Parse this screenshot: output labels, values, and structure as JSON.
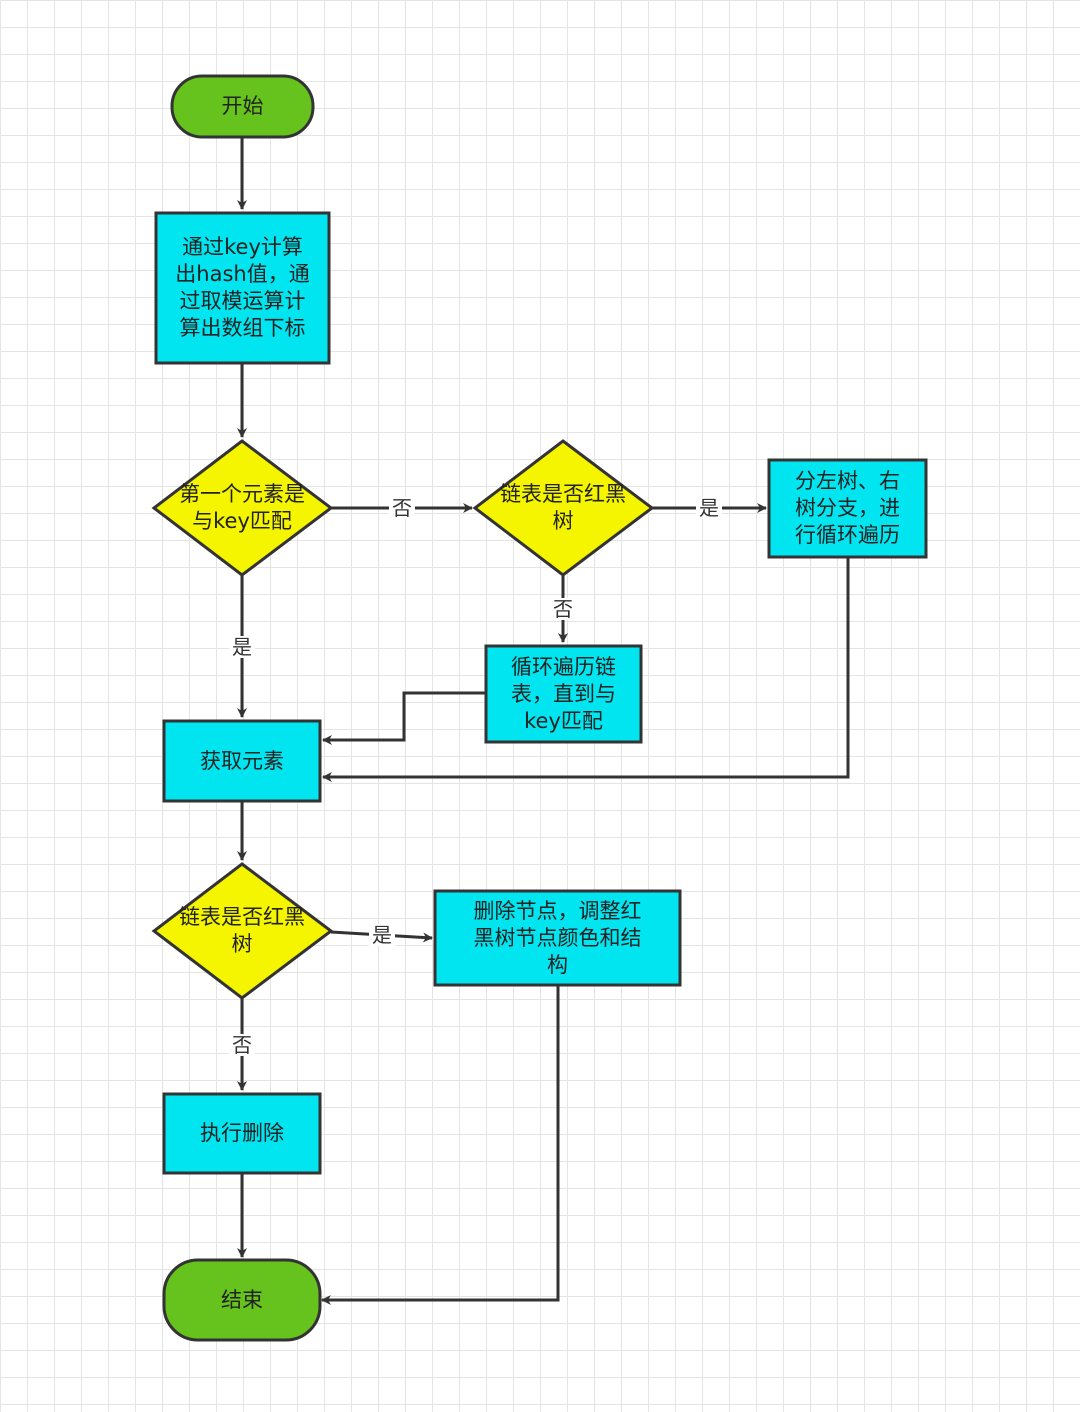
{
  "diagram": {
    "nodes": {
      "start": {
        "text": "开始",
        "shape": "terminator",
        "color": "#66c21c"
      },
      "compute_index": {
        "text": "通过key计算\n出hash值，通\n过取模运算计\n算出数组下标",
        "shape": "process",
        "color": "#00e5f0"
      },
      "first_match": {
        "text": "第一个元素是\n与key匹配",
        "shape": "decision",
        "color": "#f5f500"
      },
      "is_rbtree_1": {
        "text": "链表是否红黑\n树",
        "shape": "decision",
        "color": "#f5f500"
      },
      "traverse_tree": {
        "text": "分左树、右\n树分支，进\n行循环遍历",
        "shape": "process",
        "color": "#00e5f0"
      },
      "traverse_list": {
        "text": "循环遍历链\n表，直到与\nkey匹配",
        "shape": "process",
        "color": "#00e5f0"
      },
      "get_element": {
        "text": "获取元素",
        "shape": "process",
        "color": "#00e5f0"
      },
      "is_rbtree_2": {
        "text": "链表是否红黑\n树",
        "shape": "decision",
        "color": "#f5f500"
      },
      "delete_rebalance": {
        "text": "删除节点，调整红\n黑树节点颜色和结\n构",
        "shape": "process",
        "color": "#00e5f0"
      },
      "execute_delete": {
        "text": "执行删除",
        "shape": "process",
        "color": "#00e5f0"
      },
      "end": {
        "text": "结束",
        "shape": "terminator",
        "color": "#66c21c"
      }
    },
    "edge_labels": {
      "first_match_no": "否",
      "first_match_yes": "是",
      "rbtree1_yes": "是",
      "rbtree1_no": "否",
      "rbtree2_yes": "是",
      "rbtree2_no": "否"
    },
    "colors": {
      "stroke": "#333333",
      "grid": "#e4e4e4"
    }
  }
}
